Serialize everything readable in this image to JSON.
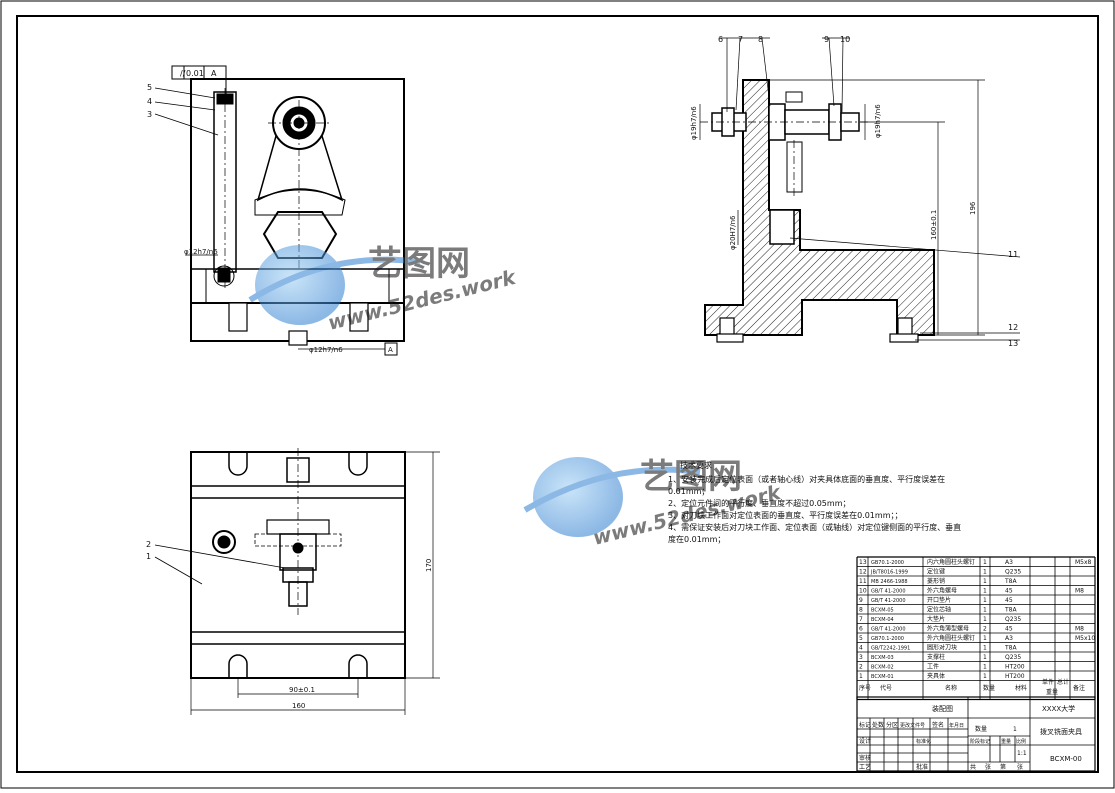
{
  "drawing_title": "拨叉铣面夹具",
  "drawing_number": "BCXM-00",
  "school": "XXXX大学",
  "assembly_label": "装配图",
  "scale": "1:1",
  "quantity": "1",
  "sheet_text": {
    "total": "共",
    "sheet": "张",
    "page": "第",
    "page_unit": "张"
  },
  "watermark": {
    "brand": "艺图网",
    "url": "www.52des.work"
  },
  "tolerance_frame": {
    "symbol": "//",
    "value": "0.01",
    "datum": "A"
  },
  "datum_label": "A",
  "dimensions": {
    "front_bore": "φ12h7/n6",
    "front_bottom": "φ12h7/n6",
    "side_left_pin": "φ19h7/n6",
    "side_right_pin": "φ19h7/n6",
    "side_mid": "φ20H7/n6",
    "side_height_small": "160±0.1",
    "side_height_total": "196",
    "top_height": "170",
    "top_inner_width": "90±0.1",
    "top_width": "160"
  },
  "balloons_front": [
    "5",
    "4",
    "3"
  ],
  "balloons_side_top": [
    "6",
    "7",
    "8",
    "9",
    "10"
  ],
  "balloons_side_right": [
    "11",
    "12",
    "13"
  ],
  "balloons_top": [
    "2",
    "1"
  ],
  "tech_requirements": {
    "title": "技术要求",
    "items": [
      "1、安装完成后定位表面（或者轴心线）对夹具体底面的垂直度、平行度误差在",
      "0.01mm；",
      "2、定位元件间的平行度、垂直度不超过0.05mm；",
      "3、对刀块工作面对定位表面的垂直度、平行度误差在0.01mm；；",
      "4、需保证安装后对刀块工作面、定位表面（或轴线）对定位键侧面的平行度、垂直",
      "度在0.01mm；"
    ]
  },
  "bom": [
    {
      "no": "13",
      "code": "GB70.1-2000",
      "name": "内六角圆柱头螺钉",
      "qty": "1",
      "material": "A3",
      "note": "M5x8"
    },
    {
      "no": "12",
      "code": "JB/T8016-1999",
      "name": "定位键",
      "qty": "1",
      "material": "Q235",
      "note": ""
    },
    {
      "no": "11",
      "code": "MB 2466-1988",
      "name": "菱形销",
      "qty": "1",
      "material": "T8A",
      "note": ""
    },
    {
      "no": "10",
      "code": "GB/T 41-2000",
      "name": "外六角螺母",
      "qty": "1",
      "material": "45",
      "note": "M8"
    },
    {
      "no": "9",
      "code": "GB/T 41-2000",
      "name": "开口垫片",
      "qty": "1",
      "material": "45",
      "note": ""
    },
    {
      "no": "8",
      "code": "BCXM-05",
      "name": "定位芯轴",
      "qty": "1",
      "material": "T8A",
      "note": ""
    },
    {
      "no": "7",
      "code": "BCXM-04",
      "name": "大垫片",
      "qty": "1",
      "material": "Q235",
      "note": ""
    },
    {
      "no": "6",
      "code": "GB/T 41-2000",
      "name": "外六角薄型螺母",
      "qty": "2",
      "material": "45",
      "note": "M8"
    },
    {
      "no": "5",
      "code": "GB70.1-2000",
      "name": "外六角圆柱头螺钉",
      "qty": "1",
      "material": "A3",
      "note": "M5x10"
    },
    {
      "no": "4",
      "code": "GB/T2242-1991",
      "name": "圆形对刀块",
      "qty": "1",
      "material": "T8A",
      "note": ""
    },
    {
      "no": "3",
      "code": "BCXM-03",
      "name": "支撑柱",
      "qty": "1",
      "material": "Q235",
      "note": ""
    },
    {
      "no": "2",
      "code": "BCXM-02",
      "name": "工件",
      "qty": "1",
      "material": "HT200",
      "note": ""
    },
    {
      "no": "1",
      "code": "BCXM-01",
      "name": "夹具体",
      "qty": "1",
      "material": "HT200",
      "note": ""
    }
  ],
  "bom_header": {
    "no": "序号",
    "code": "代号",
    "name": "名称",
    "qty": "数量",
    "material": "材料",
    "unit_weight": "单件",
    "total_weight": "总计",
    "weight": "重量",
    "note": "备注"
  },
  "title_block_labels": {
    "mark": "标记",
    "count": "处数",
    "zone": "分区",
    "change_doc": "更改文件号",
    "signature": "签名",
    "date": "年月日",
    "design": "设计",
    "standardize": "标准化",
    "stage_mark": "阶段标记",
    "weight": "重量",
    "scale_label": "比例",
    "review": "审核",
    "process": "工艺",
    "approve": "批准",
    "qty_label": "数量"
  }
}
